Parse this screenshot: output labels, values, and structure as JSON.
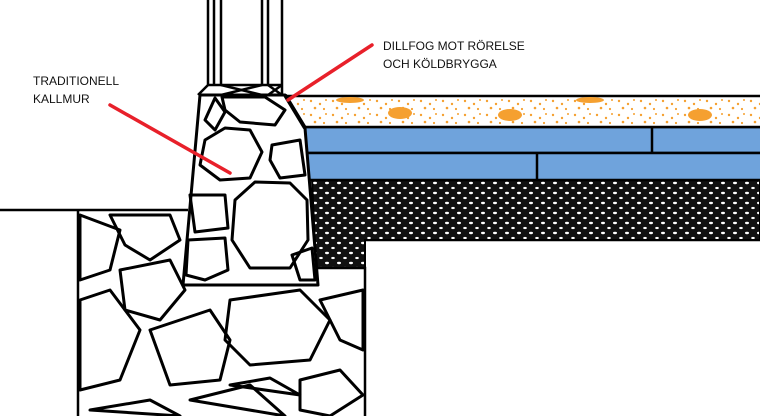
{
  "labels": {
    "wall": [
      "TRADITIONELL",
      "KALLMUR"
    ],
    "joint": [
      "DILLFOG MOT RÖRELSE",
      "OCH KÖLDBRYGGA"
    ]
  },
  "colors": {
    "insulation": "#f5a030",
    "boards": "#6fa3dc",
    "gravel": "#111111",
    "pointer": "#e8202a"
  }
}
